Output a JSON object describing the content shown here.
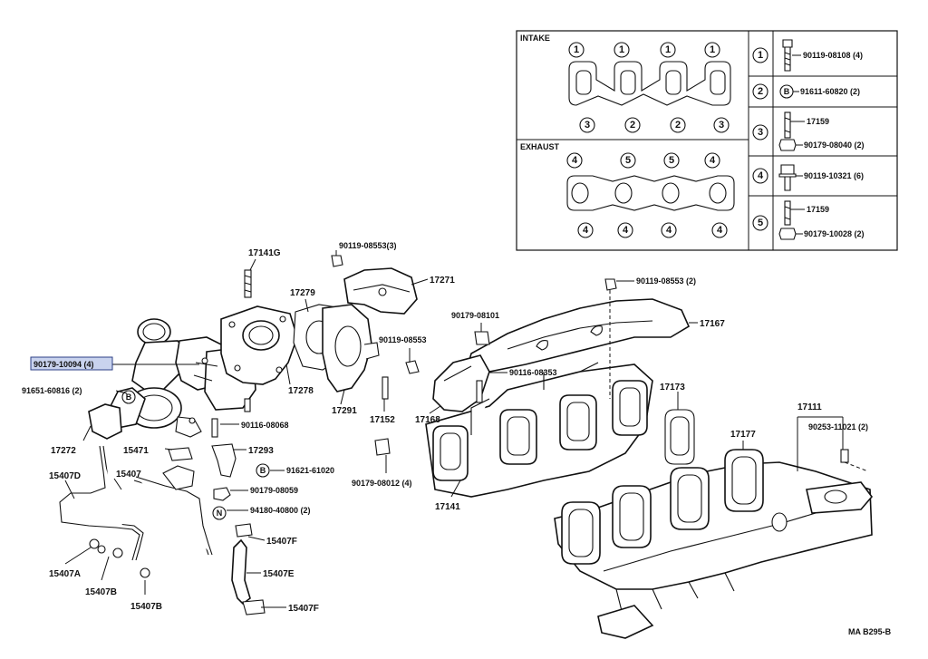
{
  "table": {
    "intake_title": "INTAKE",
    "exhaust_title": "EXHAUST",
    "intake_top_marks": [
      "1",
      "1",
      "1",
      "1"
    ],
    "intake_bottom_marks": [
      "3",
      "2",
      "2",
      "3"
    ],
    "exhaust_top_marks": [
      "4",
      "5",
      "5",
      "4"
    ],
    "exhaust_bottom_marks": [
      "4",
      "4",
      "4",
      "4"
    ],
    "legend": [
      {
        "key": "1",
        "lines": [
          "90119-08108 (4)"
        ]
      },
      {
        "key": "2",
        "lines": [
          "91611-60820 (2)"
        ]
      },
      {
        "key": "3",
        "lines": [
          "17159",
          "90179-08040 (2)"
        ]
      },
      {
        "key": "4",
        "lines": [
          "90119-10321 (6)"
        ]
      },
      {
        "key": "5",
        "lines": [
          "17159",
          "90179-10028 (2)"
        ]
      }
    ],
    "legend_b_prefix": "B"
  },
  "labels": {
    "p17141G": "17141G",
    "p90119_08553_3": "90119-08553(3)",
    "p17271": "17271",
    "p17279": "17279",
    "p90119_08553_2": "90119-08553 (2)",
    "p90179_08101": "90179-08101",
    "p17167": "17167",
    "p90179_10094": "90179-10094 (4)",
    "p91651_60816": "91651-60816 (2)",
    "p90119_08553": "90119-08553",
    "p90116_08353": "90116-08353",
    "p17278": "17278",
    "p17291": "17291",
    "p17152": "17152",
    "p17168": "17168",
    "p17173": "17173",
    "p17111": "17111",
    "p90253_11021": "90253-11021 (2)",
    "p90116_08068": "90116-08068",
    "p17272": "17272",
    "p15471": "15471",
    "p17293": "17293",
    "p17177": "17177",
    "p15407D": "15407D",
    "p15407": "15407",
    "p91621_61020": "91621-61020",
    "p90179_08059": "90179-08059",
    "p90179_08012": "90179-08012 (4)",
    "p17141": "17141",
    "p94180_40800": "94180-40800 (2)",
    "p15407F_a": "15407F",
    "p15407E": "15407E",
    "p15407F_b": "15407F",
    "p15407A": "15407A",
    "p15407B_a": "15407B",
    "p15407B_b": "15407B",
    "code": "MA B295-B"
  },
  "markers": {
    "b": "B",
    "n": "N"
  }
}
